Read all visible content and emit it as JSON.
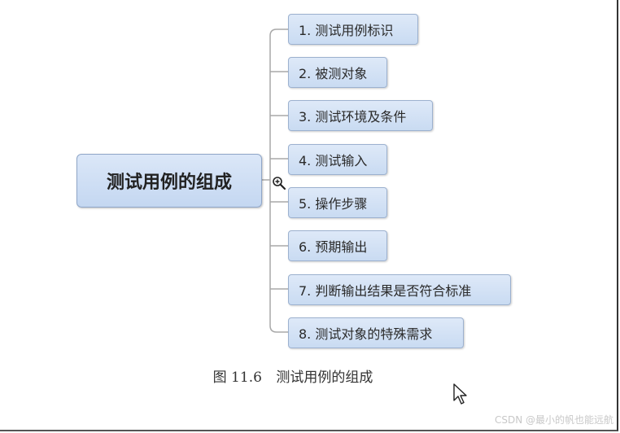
{
  "root": {
    "label": "测试用例的组成"
  },
  "nodes": [
    {
      "label": "1. 测试用例标识"
    },
    {
      "label": "2. 被测对象"
    },
    {
      "label": "3. 测试环境及条件"
    },
    {
      "label": "4. 测试输入"
    },
    {
      "label": "5. 操作步骤"
    },
    {
      "label": "6. 预期输出"
    },
    {
      "label": "7. 判断输出结果是否符合标准"
    },
    {
      "label": "8. 测试对象的特殊需求"
    }
  ],
  "caption": {
    "figure": "图 11.6",
    "title": "测试用例的组成"
  },
  "watermark": "CSDN @最小的帆也能远航",
  "icons": {
    "zoom": "zoom-in-icon",
    "cursor": "mouse-pointer-icon"
  },
  "colors": {
    "node_fill": "#c9dbf2",
    "node_border": "#9cb1cf",
    "connector": "#a8a8a8"
  }
}
